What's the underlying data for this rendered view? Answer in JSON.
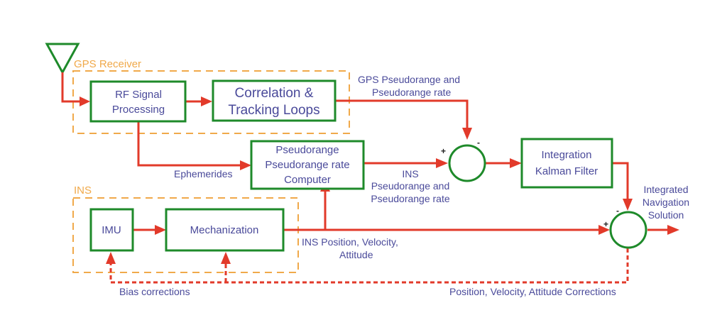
{
  "diagram": {
    "groups": {
      "gps_receiver": "GPS Receiver",
      "ins": "INS"
    },
    "blocks": {
      "rf_signal": [
        "RF Signal",
        "Processing"
      ],
      "correlation": [
        "Correlation &",
        "Tracking Loops"
      ],
      "pr_computer": [
        "Pseudorange",
        "Pseudorange rate",
        "Computer"
      ],
      "kalman": [
        "Integration",
        "Kalman Filter"
      ],
      "imu": "IMU",
      "mechanization": "Mechanization"
    },
    "labels": {
      "gps_pr": [
        "GPS  Pseudorange and",
        "Pseudorange rate"
      ],
      "ephemerides": "Ephemerides",
      "ins_pr": [
        "INS",
        "Pseudorange and",
        "Pseudorange rate"
      ],
      "ins_pva": [
        "INS Position, Velocity,",
        "Attitude"
      ],
      "integrated_solution": [
        "Integrated",
        "Navigation",
        "Solution"
      ],
      "bias_corrections": "Bias corrections",
      "pva_corrections": "Position, Velocity, Attitude Corrections"
    },
    "signs": {
      "plus": "+",
      "minus": "-"
    },
    "colors": {
      "block_border": "#1e8a2a",
      "signal_line": "#e23a2a",
      "group_border": "#f0a94a",
      "text": "#4a4a9a"
    }
  }
}
